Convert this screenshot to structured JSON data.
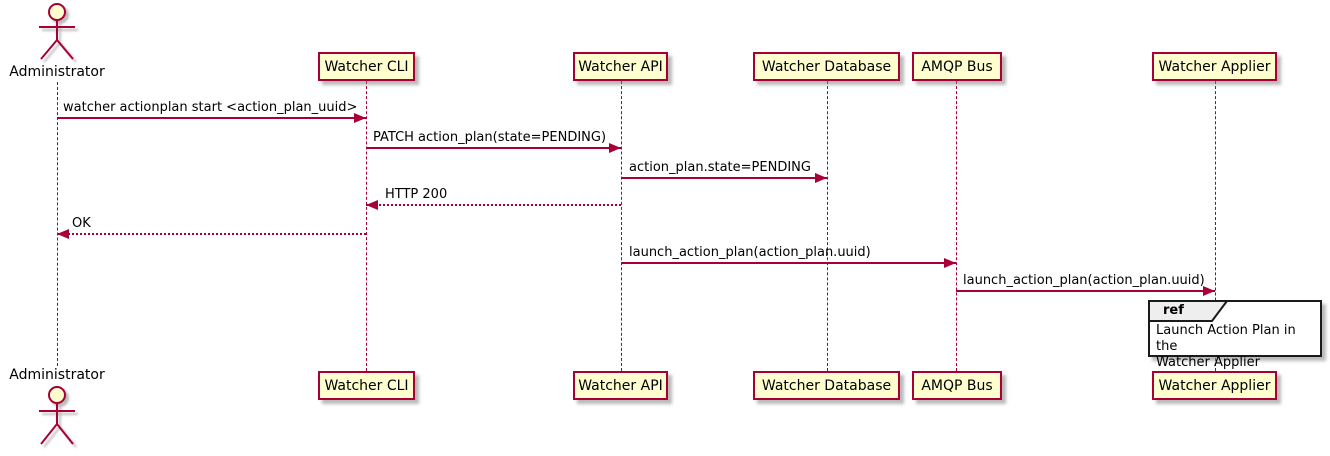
{
  "diagram_type": "uml-sequence",
  "actor": {
    "name": "Administrator"
  },
  "participants": [
    {
      "name": "Watcher CLI"
    },
    {
      "name": "Watcher API"
    },
    {
      "name": "Watcher Database"
    },
    {
      "name": "AMQP Bus"
    },
    {
      "name": "Watcher Applier"
    }
  ],
  "messages": [
    {
      "from": "Administrator",
      "to": "Watcher CLI",
      "label": "watcher actionplan start <action_plan_uuid>",
      "line": "solid"
    },
    {
      "from": "Watcher CLI",
      "to": "Watcher API",
      "label": "PATCH action_plan(state=PENDING)",
      "line": "solid"
    },
    {
      "from": "Watcher API",
      "to": "Watcher Database",
      "label": "action_plan.state=PENDING",
      "line": "solid"
    },
    {
      "from": "Watcher API",
      "to": "Watcher CLI",
      "label": "HTTP 200",
      "line": "dotted"
    },
    {
      "from": "Watcher CLI",
      "to": "Administrator",
      "label": "OK",
      "line": "dotted"
    },
    {
      "from": "Watcher API",
      "to": "AMQP Bus",
      "label": "launch_action_plan(action_plan.uuid)",
      "line": "solid"
    },
    {
      "from": "AMQP Bus",
      "to": "Watcher Applier",
      "label": "launch_action_plan(action_plan.uuid)",
      "line": "solid"
    }
  ],
  "ref": {
    "keyword": "ref",
    "text": "Launch Action Plan in the\nWatcher Applier"
  },
  "colors": {
    "participant_fill": "#FEFECE",
    "stroke": "#A80036",
    "text": "#000000",
    "ref_tab_fill": "#EEEEEE",
    "ref_border": "#1A1A1A"
  }
}
